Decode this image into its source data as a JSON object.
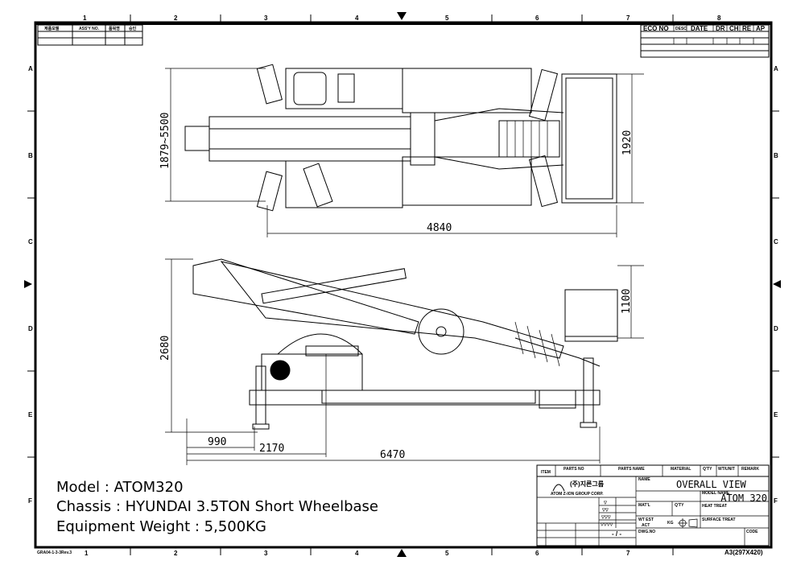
{
  "grid": {
    "columns": [
      "1",
      "2",
      "3",
      "4",
      "5",
      "6",
      "7",
      "8"
    ],
    "rows": [
      "A",
      "B",
      "C",
      "D",
      "E",
      "F"
    ]
  },
  "top_left_table": {
    "headers": [
      "제품모델",
      "ASS'Y NO.",
      "품목명",
      "승인"
    ]
  },
  "revision_table": {
    "headers": [
      "ECO NO",
      "DESC",
      "DATE",
      "DR",
      "CH",
      "RE",
      "AP"
    ]
  },
  "dimensions": {
    "top_width_range": "1879~5500",
    "top_box_width": "1920",
    "top_length": "4840",
    "side_height": "2680",
    "side_box_height": "1100",
    "dim_990": "990",
    "dim_2170": "2170",
    "dim_6470": "6470"
  },
  "specs": {
    "model": "Model : ATOM320",
    "chassis": "Chassis : HYUNDAI 3.5TON Short Wheelbase",
    "weight": "Equipment Weight : 5,500KG"
  },
  "title_block": {
    "headers": [
      "ITEM",
      "PARTS NO",
      "PARTS NAME",
      "MATERIAL",
      "Q'TY",
      "WT/UNIT",
      "REMARK"
    ],
    "company": "(주)지른그룹",
    "company_sub": "ATOM  Z-ION GROUP CORP.",
    "name_label": "NAME",
    "name_value": "OVERALL VIEW",
    "model_name_label": "MODEL NAME",
    "model_name_value": "ATOM 320",
    "matl_label": "MAT'L",
    "qty_label": "Q'TY",
    "heat_treat_label": "HEAT TREAT",
    "surface_treat_label": "SURFACE TREAT",
    "wt_est": "WT EST",
    "wt_act": "ACT",
    "kg": "KG",
    "scale": "- / -",
    "dwg_no_label": "DWG.NO",
    "code_label": "CODE",
    "roughness": [
      "▽",
      "▽▽",
      "▽▽▽",
      "▽▽▽▽"
    ],
    "sheet_size": "A3(297X420)",
    "footer_code": "GRA04-1-3-3Rev.3"
  }
}
